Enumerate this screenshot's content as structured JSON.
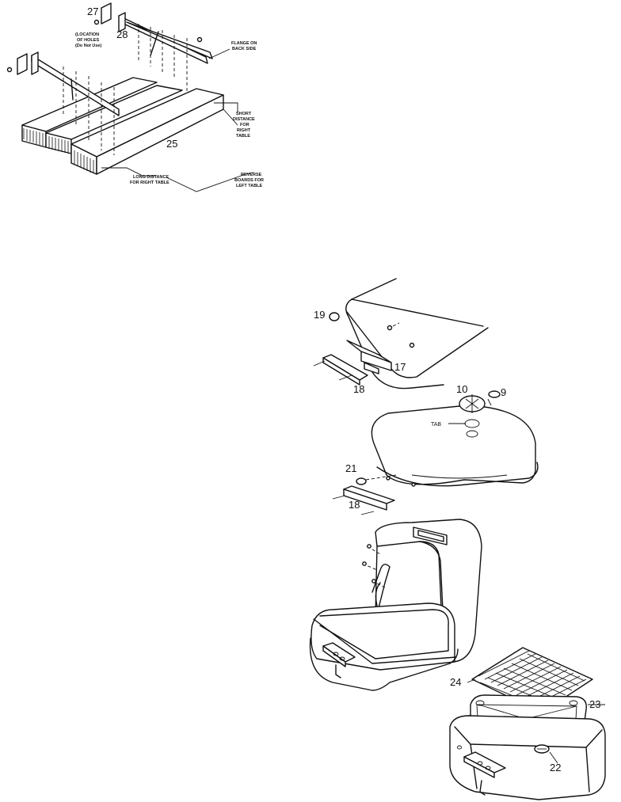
{
  "diagram": {
    "part_labels": {
      "p27": "27",
      "p28": "28",
      "p25": "25",
      "p19": "19",
      "p17": "17",
      "p18a": "18",
      "p10": "10",
      "p9": "9",
      "p21": "21",
      "p18b": "18",
      "p24": "24",
      "p23": "23",
      "p22": "22"
    },
    "notes": {
      "row_of_holes_1": "(LOCATION",
      "row_of_holes_2": "OF HOLES",
      "row_of_holes_3": "(Do Not Use)",
      "flange_1": "FLANGE ON",
      "flange_2": "BACK SIDE",
      "short_1": "SHORT",
      "short_2": "DISTANCE",
      "short_3": "FOR",
      "short_4": "RIGHT",
      "short_5": "TABLE",
      "long_1": "LONG DISTANCE",
      "long_2": "FOR RIGHT TABLE",
      "reverse_1": "REVERSE",
      "reverse_2": "BOARDS FOR",
      "reverse_3": "LEFT TABLE",
      "tab": "TAB"
    }
  }
}
